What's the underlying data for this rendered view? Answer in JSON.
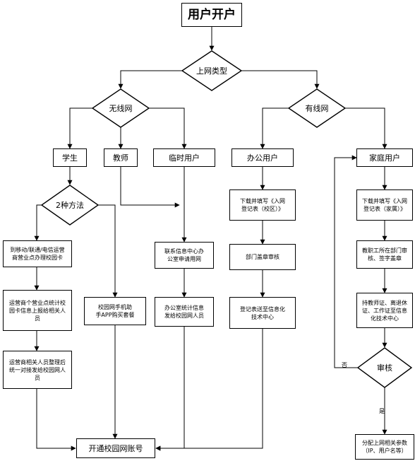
{
  "title": "用户开户",
  "decisions": {
    "net_type": "上网类型",
    "wireless": "无线网",
    "wired": "有线网",
    "two_methods": "2种方法",
    "review": "审核"
  },
  "users": {
    "student": "学生",
    "teacher": "教师",
    "temp": "临时用户",
    "office": "办公用户",
    "home": "家庭用户"
  },
  "steps": {
    "s1": "到移动/联通/电信运营\n商营业点办理校园卡",
    "s2": "运营商个营业点统计校\n园卡信息上报给相关人\n员",
    "s3": "运营商相关人员整理后\n统一对接发给校园网人\n员",
    "s4": "校园网手机助\n手APP购买套餐",
    "t1": "联系信息中心办\n公室申请用网",
    "t2": "办公室统计信息\n发给校园网人员",
    "o1": "下载并填写《入网\n登记表（校区）》",
    "o2": "部门盖章审核",
    "o3": "登记表送至信息化\n技术中心",
    "h1": "下载并填写《入网\n登记表（家属）》",
    "h2": "教职工所在部门审\n核、签字盖章",
    "h3": "持教师证、离退休\n证、工作证至信息\n化技术中心",
    "h4": "分配上网相关参数\n（IP、用户名等）"
  },
  "end": "开通校园网账号",
  "branch_labels": {
    "no": "否",
    "yes": "是"
  }
}
